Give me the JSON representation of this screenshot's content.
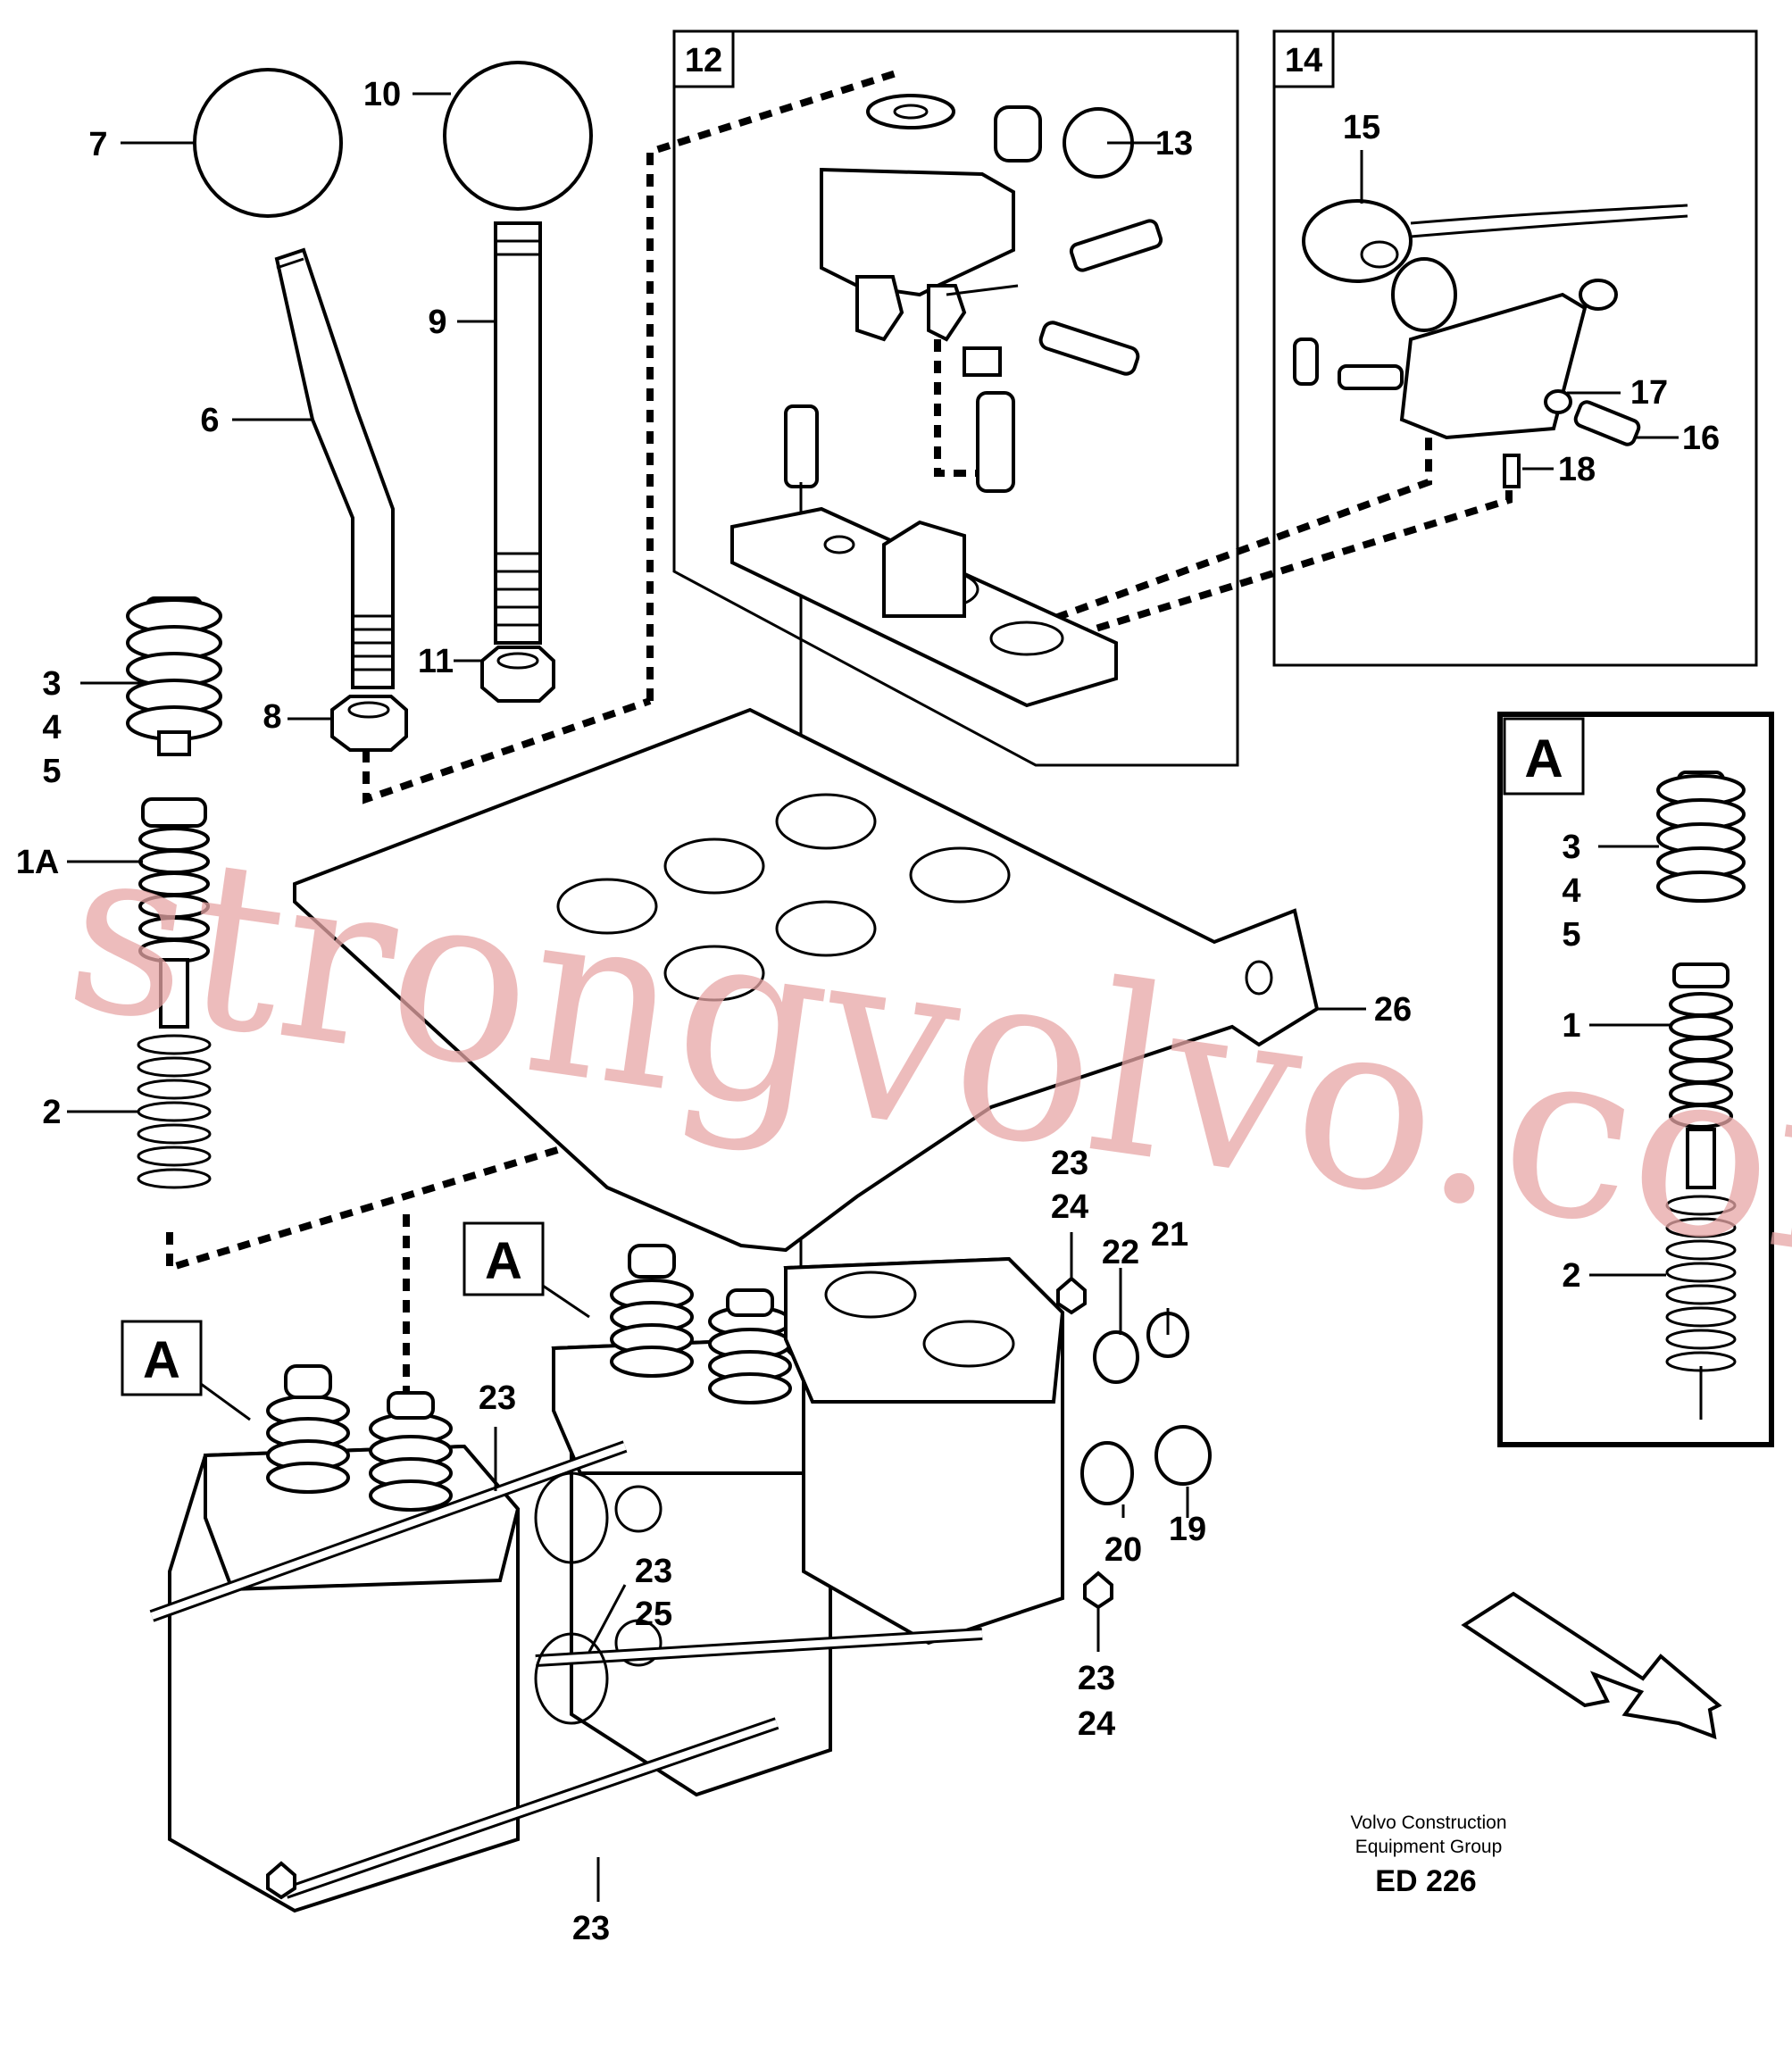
{
  "diagram": {
    "callouts": {
      "c7": "7",
      "c10": "10",
      "c13": "13",
      "c12": "12",
      "c14": "14",
      "c15": "15",
      "c9": "9",
      "c6": "6",
      "c17": "17",
      "c16": "16",
      "c18": "18",
      "c3": "3",
      "c4": "4",
      "c5": "5",
      "c8": "8",
      "c11": "11",
      "c1A": "1A",
      "c26": "26",
      "c2": "2",
      "c23a": "23",
      "c24a": "24",
      "c22": "22",
      "c21": "21",
      "c23b": "23",
      "c23c": "23",
      "c25": "25",
      "c20": "20",
      "c19": "19",
      "c23d": "23",
      "c24b": "24",
      "c23e": "23",
      "detailA": "A",
      "detailA3": "3",
      "detailA4": "4",
      "detailA5": "5",
      "detailA1": "1",
      "detailA2": "2",
      "markerA1": "A",
      "markerA2": "A"
    },
    "footer": {
      "line1": "Volvo Construction",
      "line2": "Equipment Group",
      "code": "ED 226"
    },
    "watermark": "strongvolvo.com"
  }
}
